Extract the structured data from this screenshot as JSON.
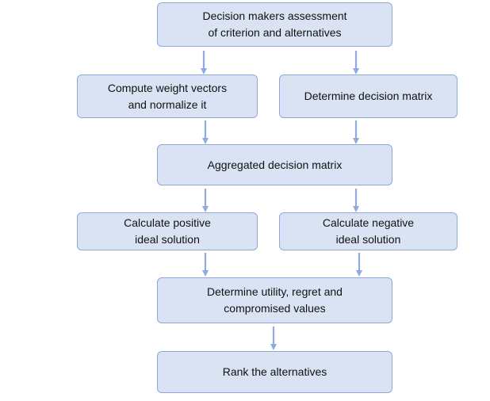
{
  "colors": {
    "box_fill": "#dae3f3",
    "box_border": "#8ea9d6",
    "arrow": "#8faadc",
    "text": "#111111"
  },
  "flowchart": {
    "assessment": "Decision makers assessment\nof criterion and alternatives",
    "weights": "Compute weight vectors\nand normalize it",
    "decision_matrix": "Determine decision matrix",
    "aggregated": "Aggregated decision matrix",
    "positive": "Calculate positive\nideal solution",
    "negative": "Calculate negative\nideal solution",
    "utility": "Determine utility, regret and\ncompromised values",
    "rank": "Rank the alternatives"
  }
}
